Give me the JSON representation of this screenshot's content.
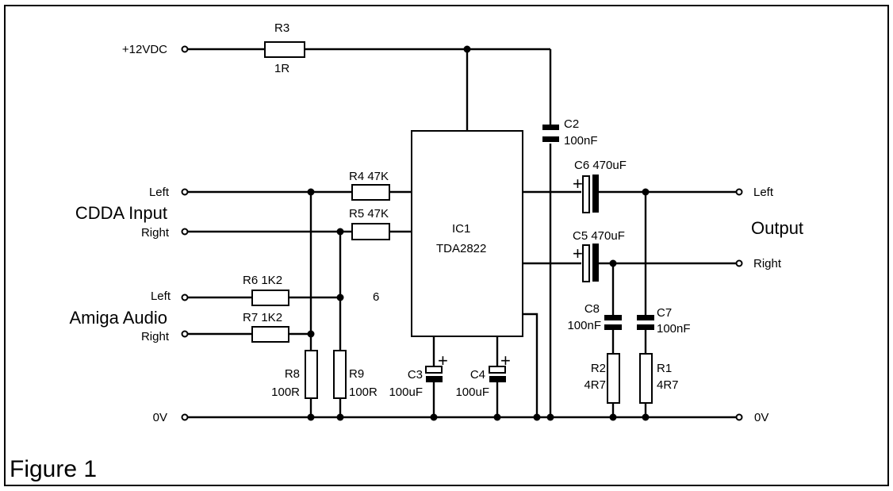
{
  "figure_label": "Figure 1",
  "power": {
    "label": "+12VDC"
  },
  "ground": {
    "left_label": "0V",
    "right_label": "0V"
  },
  "groups": {
    "cdda": "CDDA Input",
    "amiga": "Amiga Audio",
    "output": "Output"
  },
  "terminals": {
    "cdda_left": "Left",
    "cdda_right": "Right",
    "amiga_left": "Left",
    "amiga_right": "Right",
    "out_left": "Left",
    "out_right": "Right"
  },
  "ic": {
    "ref": "IC1",
    "part": "TDA2822"
  },
  "stray_label": "6",
  "components": {
    "R3": {
      "ref": "R3",
      "value": "1R"
    },
    "R4": {
      "label": "R4 47K"
    },
    "R5": {
      "label": "R5 47K"
    },
    "R6": {
      "label": "R6 1K2"
    },
    "R7": {
      "label": "R7 1K2"
    },
    "R8": {
      "ref": "R8",
      "value": "100R"
    },
    "R9": {
      "ref": "R9",
      "value": "100R"
    },
    "R1": {
      "ref": "R1",
      "value": "4R7"
    },
    "R2": {
      "ref": "R2",
      "value": "4R7"
    },
    "C2": {
      "ref": "C2",
      "value": "100nF"
    },
    "C3": {
      "ref": "C3",
      "value": "100uF"
    },
    "C4": {
      "ref": "C4",
      "value": "100uF"
    },
    "C5": {
      "label": "C5 470uF"
    },
    "C6": {
      "label": "C6 470uF"
    },
    "C7": {
      "ref": "C7",
      "value": "100nF"
    },
    "C8": {
      "ref": "C8",
      "value": "100nF"
    }
  },
  "polarity_mark": "+"
}
